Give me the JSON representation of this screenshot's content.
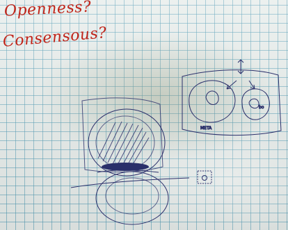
{
  "handwriting": {
    "line1": "Openness?",
    "line2": "Consensous?"
  },
  "sketch": {
    "label_ring": "META",
    "label_small": "bo",
    "ink_color": "#2a2f6a",
    "marker_color": "#c0251a"
  }
}
